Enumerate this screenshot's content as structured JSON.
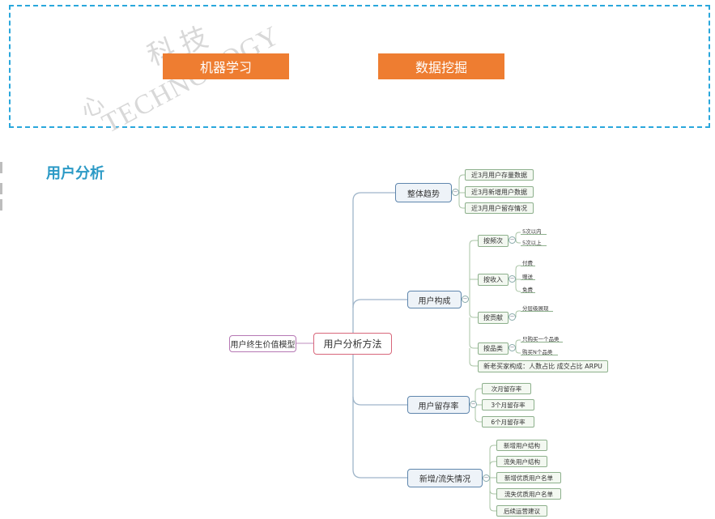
{
  "top_box": {
    "buttons": [
      "机器学习",
      "数据挖掘"
    ],
    "watermark_text": "科 技",
    "watermark_latin": "TECHNOLOGY",
    "watermark_left": "心"
  },
  "section_title": "用户分析",
  "colors": {
    "dashed_border": "#2aa7dc",
    "button_bg": "#ee7d31",
    "title": "#2c9ac6",
    "root_border": "#d8667a",
    "side_border": "#b678b4",
    "branch_border": "#5f86ad",
    "leaf_border": "#8db08c"
  },
  "mindmap": {
    "root": "用户分析方法",
    "side": "用户终生价值模型",
    "branches": [
      {
        "label": "整体趋势",
        "children": [
          "近3月用户存量数据",
          "近3月新增用户数据",
          "近3月用户留存情况"
        ]
      },
      {
        "label": "用户构成",
        "children": [
          {
            "label": "按频次",
            "children": [
              "5次以内",
              "5次以上"
            ]
          },
          {
            "label": "按收入",
            "children": [
              "付费",
              "赠送",
              "免费"
            ]
          },
          {
            "label": "按贡献",
            "children": [
              "分层级展现"
            ]
          },
          {
            "label": "按品类",
            "children": [
              "只购买一个品类",
              "购买N个品类"
            ]
          },
          {
            "label": "新老买家构成：人数占比 成交占比  ARPU",
            "children": []
          }
        ]
      },
      {
        "label": "用户留存率",
        "children": [
          "次月留存率",
          "3个月留存率",
          "6个月留存率"
        ]
      },
      {
        "label": "新增/流失情况",
        "children": [
          "新增用户结构",
          "流失用户结构",
          "新增优质用户名单",
          "流失优质用户名单",
          "后续运营建议"
        ]
      }
    ]
  }
}
